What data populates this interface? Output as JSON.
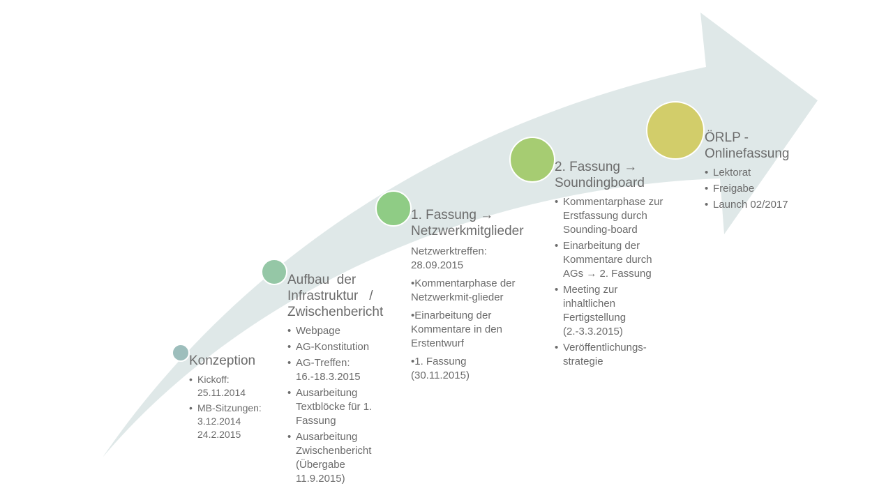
{
  "colors": {
    "arrow": "#dfe8e8",
    "stage1": "#9dbebc",
    "stage2": "#95c7a6",
    "stage3": "#8fcc85",
    "stage4": "#a6cc72",
    "stage5": "#d2cd6a",
    "text": "#6b6b6b"
  },
  "stages": [
    {
      "title": "Konzeption",
      "bullets": [
        "Kickoff: 25.11.2014",
        "MB-Sitzungen: 3.12.2014 24.2.2015"
      ]
    },
    {
      "title_line1": "Aufbau  der",
      "title_line2": "Infrastruktur   /",
      "title_line3": "Zwischenbericht",
      "bullets": [
        "Webpage",
        "AG-Konstitution",
        "AG-Treffen: 16.-18.3.2015",
        "Ausarbeitung Textblöcke für 1. Fassung",
        "Ausarbeitung Zwischenbericht (Übergabe 11.9.2015)"
      ]
    },
    {
      "title_line1": "1. Fassung →",
      "title_line2": "Netzwerkmitglieder",
      "intro": "Netzwerktreffen: 28.09.2015",
      "items": [
        "•Kommentarphase der Netzwerkmit-glieder",
        "•Einarbeitung der Kommentare in den Erstentwurf",
        "•1. Fassung (30.11.2015)"
      ]
    },
    {
      "title_line1": "2. Fassung →",
      "title_line2": "Soundingboard",
      "bullets": [
        "Kommentarphase zur Erstfassung durch Sounding-board",
        "Einarbeitung der Kommentare durch AGs → 2. Fassung",
        "Meeting zur inhaltlichen Fertigstellung (2.-3.3.2015)",
        "Veröffentlichungs-strategie"
      ]
    },
    {
      "title_line1": "ÖRLP -",
      "title_line2": "Onlinefassung",
      "bullets": [
        "Lektorat",
        "Freigabe",
        "Launch 02/2017"
      ]
    }
  ]
}
